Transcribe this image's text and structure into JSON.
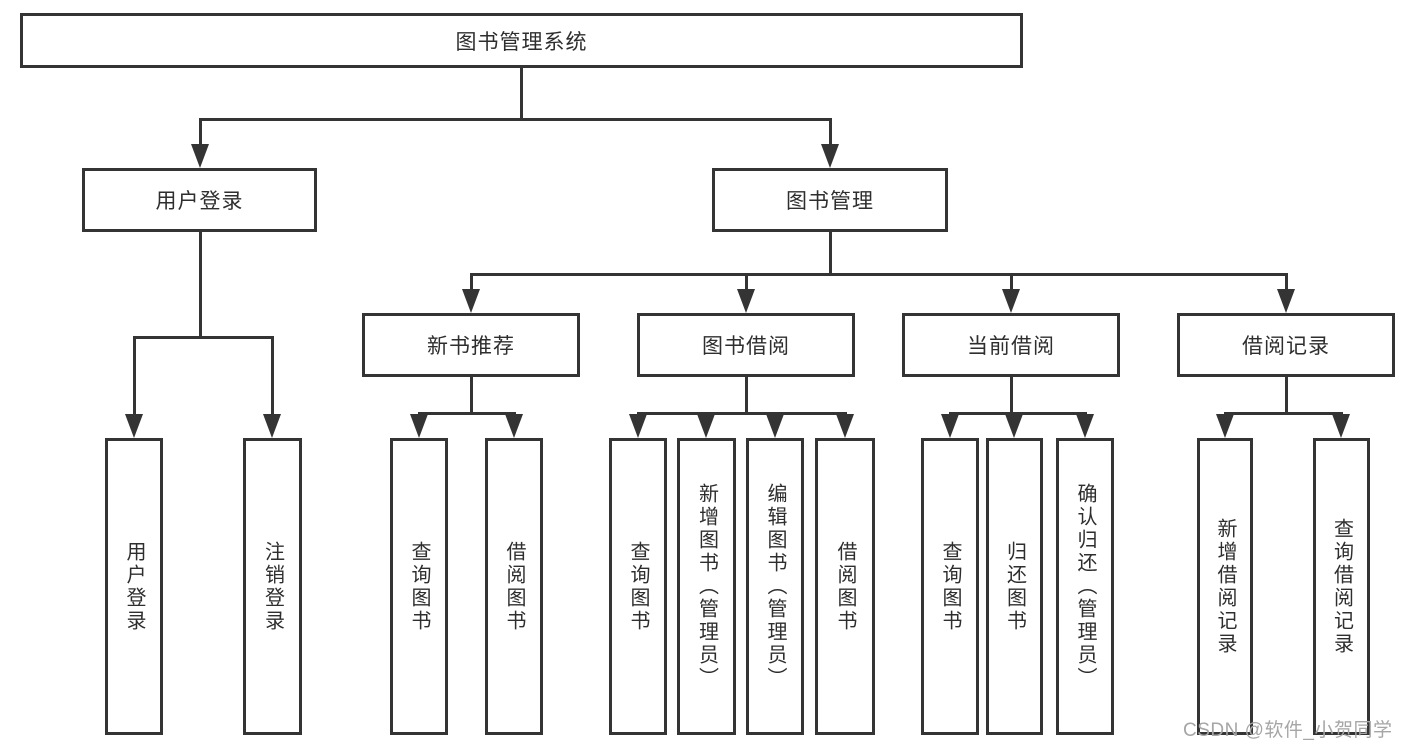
{
  "diagram": {
    "root": "图书管理系统",
    "level2": {
      "user_login": "用户登录",
      "book_management": "图书管理"
    },
    "level3": {
      "new_book_recommend": "新书推荐",
      "book_borrowing": "图书借阅",
      "current_borrowing": "当前借阅",
      "borrowing_records": "借阅记录"
    },
    "leaves": {
      "user_login": "用户登录",
      "logout": "注销登录",
      "rec_query_books": "查询图书",
      "rec_borrow_books": "借阅图书",
      "borrow_query_books": "查询图书",
      "borrow_add_books": "新增图书（管理员）",
      "borrow_edit_books": "编辑图书（管理员）",
      "borrow_borrow_books": "借阅图书",
      "current_query_books": "查询图书",
      "current_return_books": "归还图书",
      "current_confirm_return": "确认归还（管理员）",
      "records_add_record": "新增借阅记录",
      "records_query_record": "查询借阅记录"
    },
    "watermark": "CSDN @软件_小贺同学",
    "colors": {
      "line": "#343434",
      "text": "#2e2e2e",
      "watermark": "#a6a6a6",
      "background": "#ffffff"
    }
  }
}
